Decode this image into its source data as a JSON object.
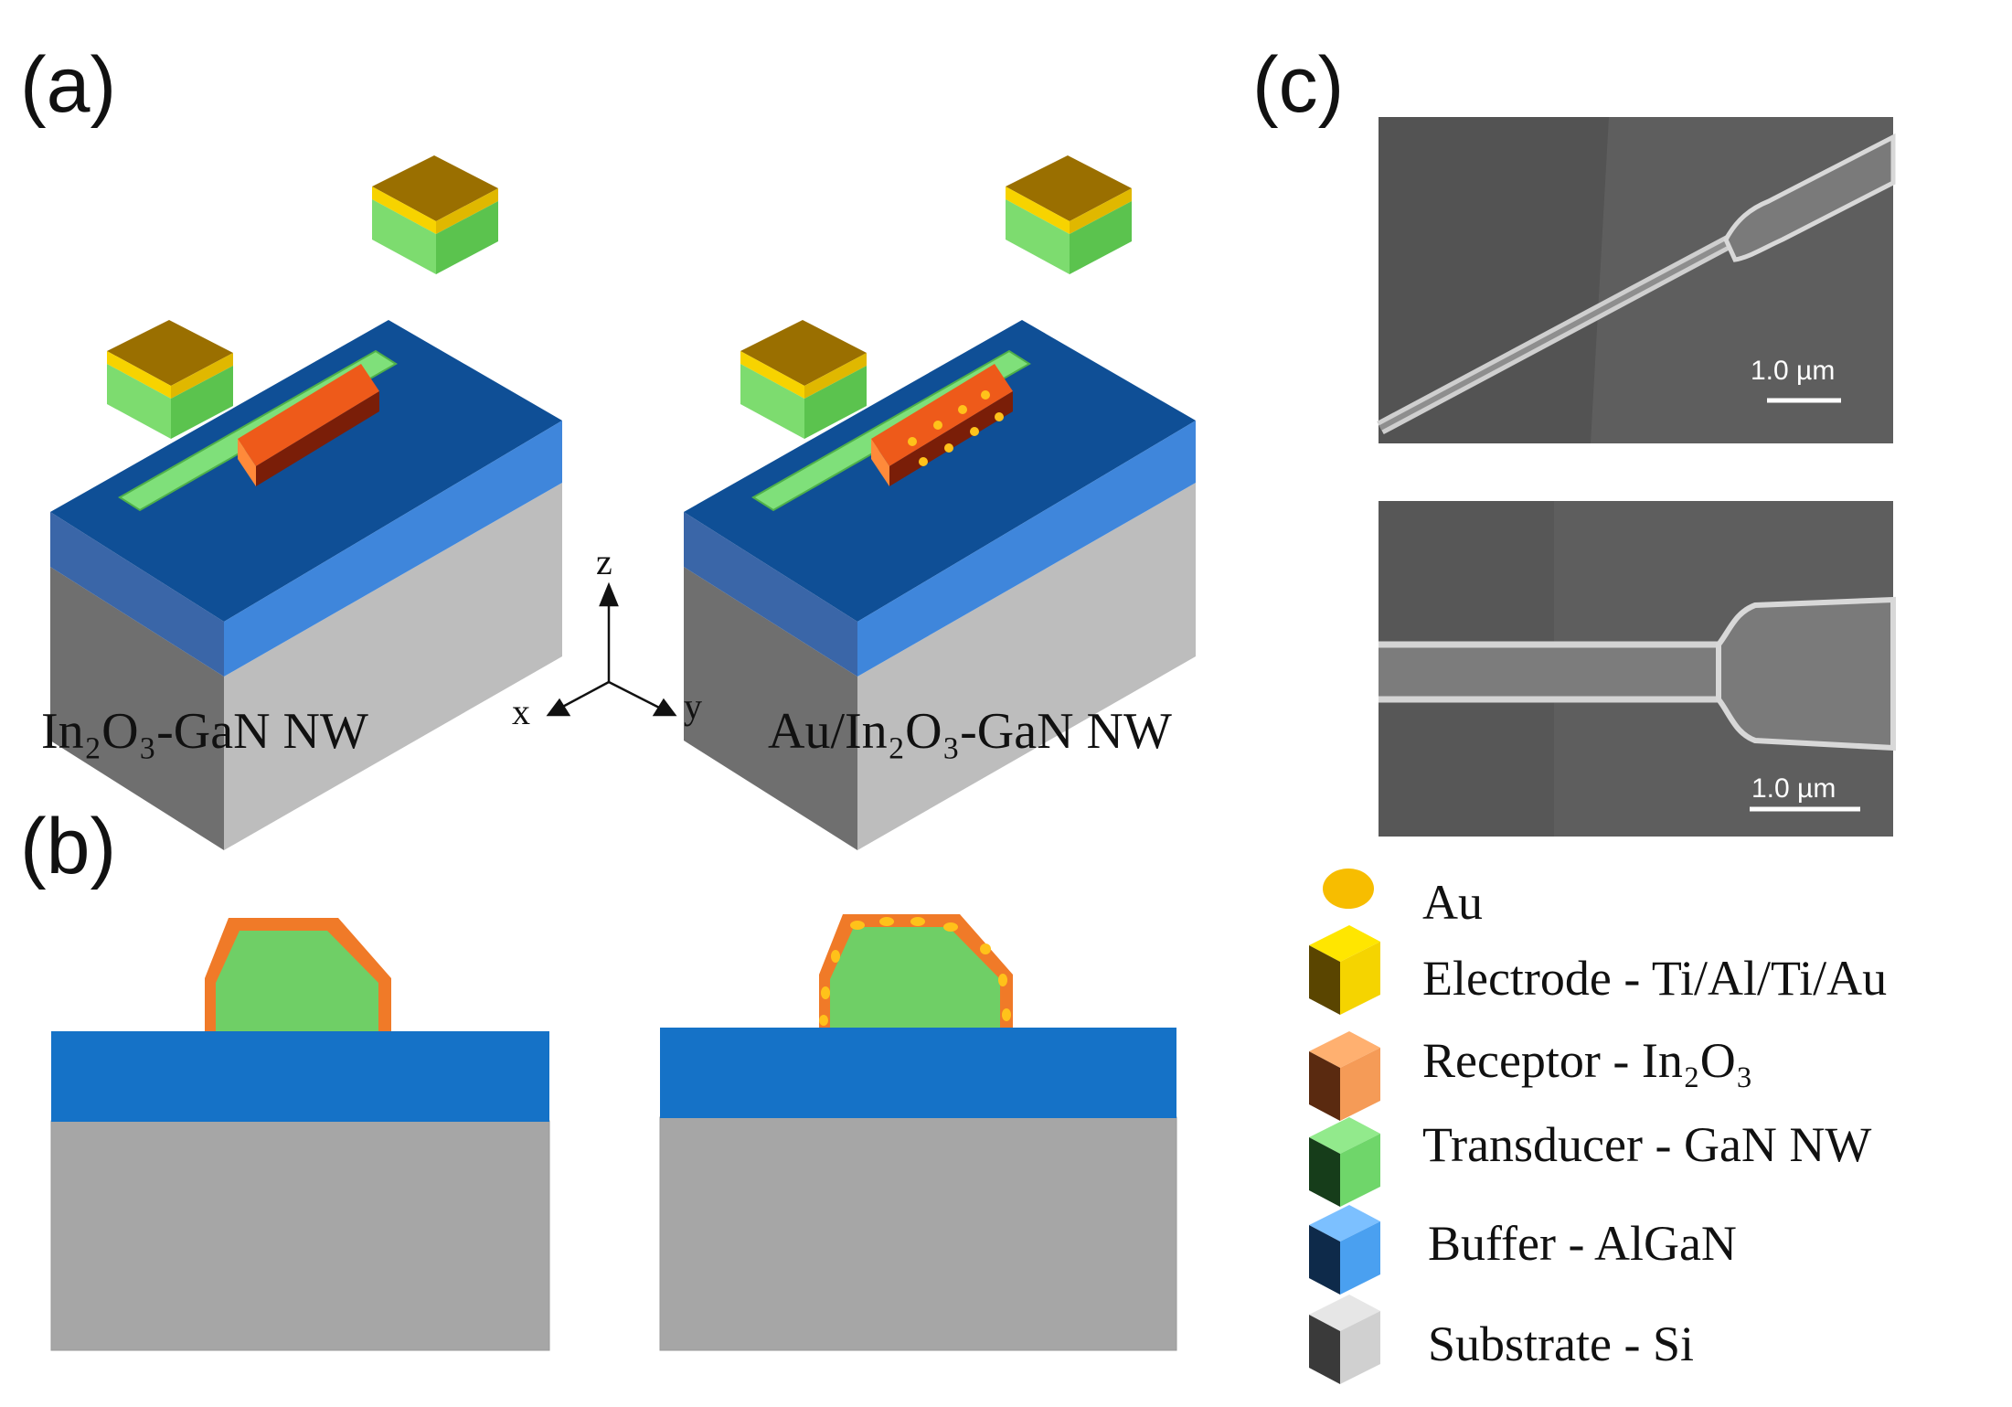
{
  "panels": {
    "a": {
      "label": "(a)",
      "left_caption": "In₂O₃-GaN NW",
      "right_caption": "Au/In₂O₃-GaN NW"
    },
    "b": {
      "label": "(b)"
    },
    "c": {
      "label": "(c)",
      "scale_top": "1.0 µm",
      "scale_bottom": "1.0 µm"
    }
  },
  "axes": {
    "z": "z",
    "x": "x",
    "y": "y"
  },
  "legend": [
    {
      "label": "Au",
      "color": "#f7bd00",
      "icon": "gold-dot"
    },
    {
      "label": "Electrode - Ti/Al/Ti/Au",
      "color": "#ffe600",
      "icon": "yellow-cube"
    },
    {
      "label": "Receptor - In₂O₃",
      "color": "#f59b57",
      "icon": "orange-cube"
    },
    {
      "label": "Transducer - GaN NW",
      "color": "#6fd66a",
      "icon": "green-cube"
    },
    {
      "label": "Buffer - AlGaN",
      "color": "#4aa0f0",
      "icon": "blue-cube"
    },
    {
      "label": "Substrate - Si",
      "color": "#d4d4d4",
      "icon": "gray-cube"
    }
  ],
  "colors": {
    "buffer_top": "#0f4f96",
    "buffer_front": "#3f86db",
    "substrate_front": "#bdbdbd",
    "substrate_side": "#757575",
    "receptor": "#f06a1e",
    "nanowire": "#7fe07a",
    "electrode": "#9a6f00"
  }
}
